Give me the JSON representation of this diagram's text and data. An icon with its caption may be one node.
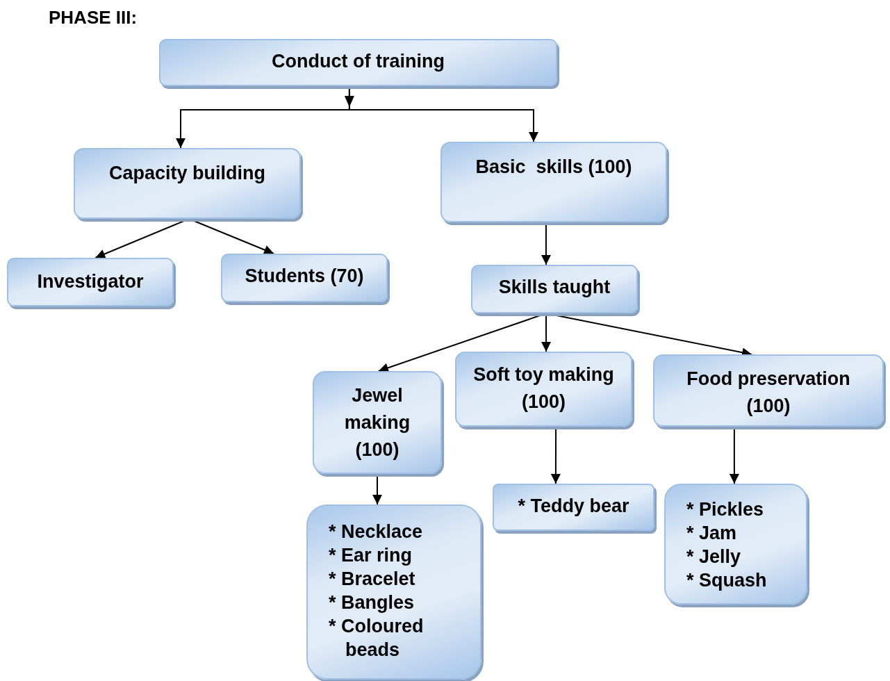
{
  "diagram": {
    "title": "PHASE III:",
    "nodes": [
      {
        "text": [
          "Conduct of training"
        ]
      },
      {
        "text": [
          "Capacity building"
        ]
      },
      {
        "text": [
          "Basic  skills (100)"
        ]
      },
      {
        "text": [
          "Investigator"
        ]
      },
      {
        "text": [
          "Students (70)"
        ]
      },
      {
        "text": [
          "Skills taught"
        ]
      },
      {
        "text": [
          "Jewel making (100)"
        ]
      },
      {
        "text": [
          "Soft toy making (100)"
        ]
      },
      {
        "text": [
          "Food preservation (100)"
        ]
      },
      {
        "text": [
          "* Necklace",
          "* Ear ring",
          "* Bracelet",
          "* Bangles",
          "* Coloured beads"
        ]
      },
      {
        "text": [
          "* Teddy bear"
        ]
      },
      {
        "text": [
          "* Pickles",
          "* Jam",
          "* Jelly",
          "* Squash"
        ]
      }
    ],
    "edges": [
      {
        "from": 0,
        "to": 1,
        "arrow": "to"
      },
      {
        "from": 0,
        "to": 2,
        "arrow": "to"
      },
      {
        "from": 1,
        "to": 3,
        "arrow": "to"
      },
      {
        "from": 1,
        "to": 4,
        "arrow": "to"
      },
      {
        "from": 2,
        "to": 5,
        "arrow": "to"
      },
      {
        "from": 5,
        "to": 6,
        "arrow": "to"
      },
      {
        "from": 5,
        "to": 7,
        "arrow": "to"
      },
      {
        "from": 5,
        "to": 8,
        "arrow": "to"
      },
      {
        "from": 6,
        "to": 9,
        "arrow": "to"
      },
      {
        "from": 7,
        "to": 10,
        "arrow": "to"
      },
      {
        "from": 8,
        "to": 11,
        "arrow": "to"
      }
    ]
  }
}
